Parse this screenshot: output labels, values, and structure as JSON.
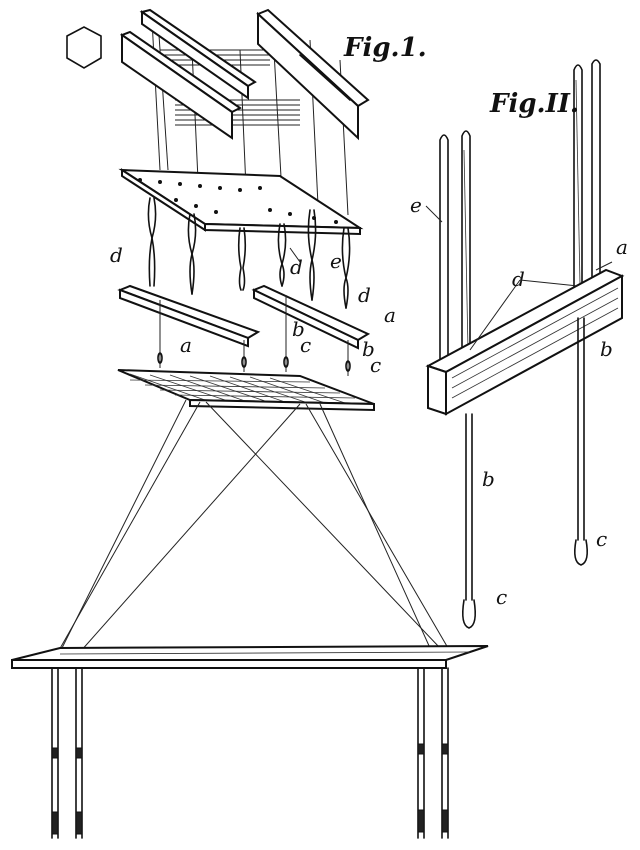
{
  "figures": {
    "fig1_title": "Fig.1.",
    "fig2_title": "Fig.II."
  },
  "labels": {
    "fig1": {
      "d_left": "d",
      "d_mid": "d",
      "d_right": "d",
      "e": "e",
      "a_left": "a",
      "a_right": "a",
      "b_mid": "b",
      "c_mid": "c",
      "b_right": "b",
      "c_right": "c"
    },
    "fig2": {
      "e": "e",
      "a": "a",
      "d": "d",
      "b_right": "b",
      "b_lower": "b",
      "c_right": "c",
      "c_lower": "c"
    }
  },
  "symbols": {
    "hexagon": "hexagon-icon"
  }
}
